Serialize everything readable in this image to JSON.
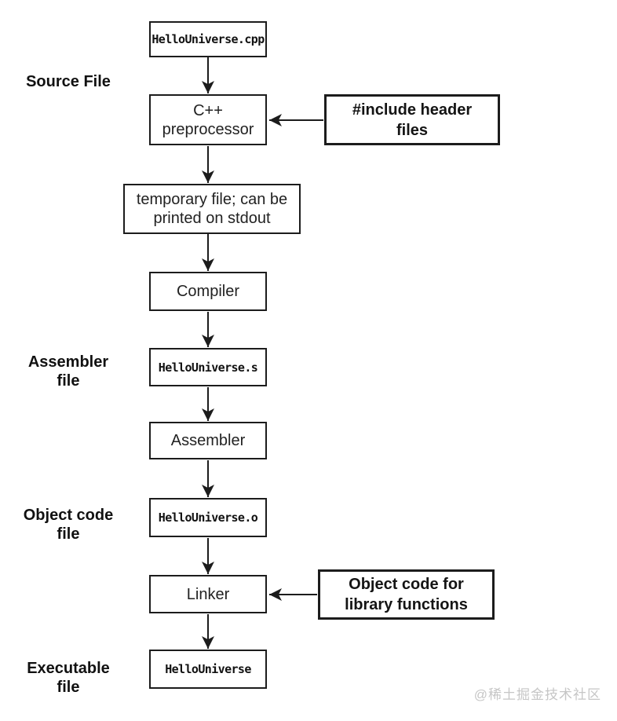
{
  "colors": {
    "background": "#ffffff",
    "line": "#1c1c1c",
    "text": "#222222",
    "watermark": "#c6c6c6"
  },
  "nodes": {
    "cpp_file": {
      "label": "HelloUniverse.cpp"
    },
    "preprocessor": {
      "line1": "C++",
      "line2": "preprocessor"
    },
    "include_headers": {
      "line1": "#include header",
      "line2": "files"
    },
    "temp_file": {
      "line1": "temporary file; can be",
      "line2": "printed on stdout"
    },
    "compiler": {
      "label": "Compiler"
    },
    "asm_file": {
      "label": "HelloUniverse.s"
    },
    "assembler": {
      "label": "Assembler"
    },
    "obj_file": {
      "label": "HelloUniverse.o"
    },
    "linker": {
      "label": "Linker"
    },
    "library_objects": {
      "line1": "Object code for",
      "line2": "library functions"
    },
    "executable": {
      "label": "HelloUniverse"
    }
  },
  "stage_labels": {
    "source": {
      "line1": "Source File"
    },
    "assembler": {
      "line1": "Assembler",
      "line2": "file"
    },
    "object_code": {
      "line1": "Object code",
      "line2": "file"
    },
    "executable": {
      "line1": "Executable",
      "line2": "file"
    }
  },
  "watermark": "@稀土掘金技术社区"
}
